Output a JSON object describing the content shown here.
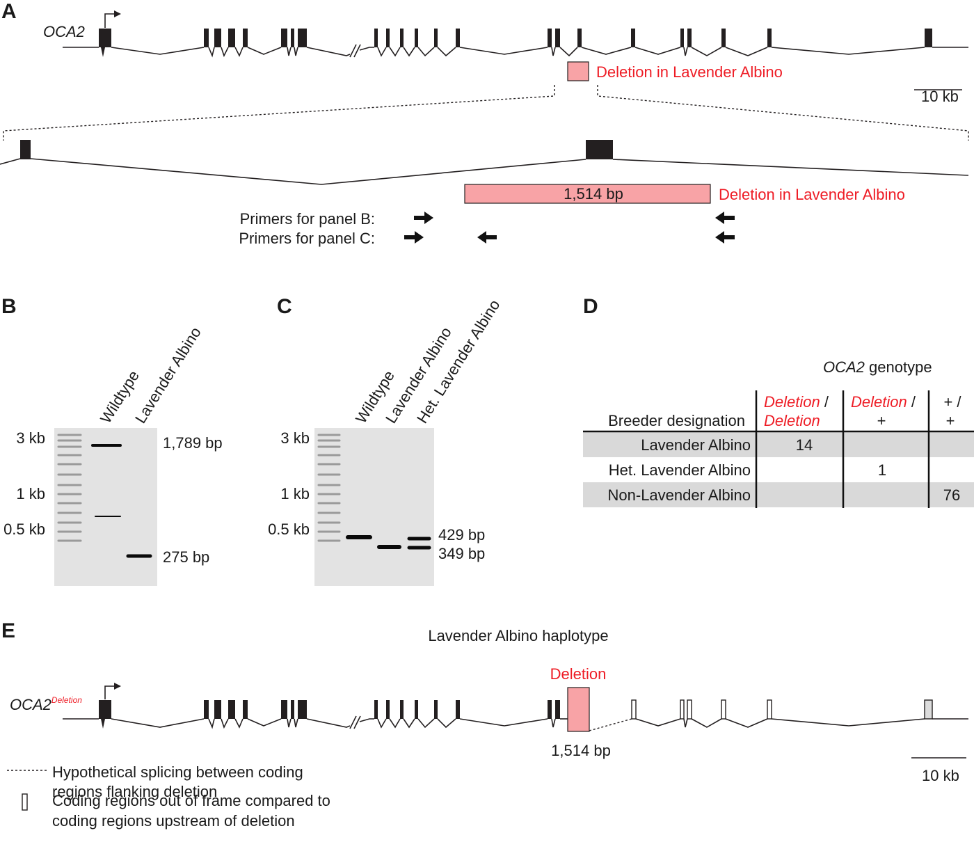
{
  "panels": {
    "a": {
      "label": "A",
      "gene": "OCA2",
      "deletion_label": "Deletion in Lavender Albino",
      "scale_label": "10 kb",
      "zoom_deletion_size": "1,514 bp",
      "zoom_deletion_label": "Deletion in Lavender Albino",
      "primers_b_label": "Primers for panel B:",
      "primers_c_label": "Primers for panel C:"
    },
    "b": {
      "label": "B",
      "lanes": [
        "Wildtype",
        "Lavender Albino"
      ],
      "ladder_marks": [
        "3 kb",
        "1 kb",
        "0.5 kb"
      ],
      "bands": [
        "1,789 bp",
        "275 bp"
      ]
    },
    "c": {
      "label": "C",
      "lanes": [
        "Wildtype",
        "Lavender Albino",
        "Het. Lavender Albino"
      ],
      "ladder_marks": [
        "3 kb",
        "1 kb",
        "0.5 kb"
      ],
      "bands": [
        "429 bp",
        "349 bp"
      ]
    },
    "d": {
      "label": "D",
      "gene": "OCA2",
      "header_suffix": " genotype",
      "row_header": "Breeder designation",
      "col1_a": "Deletion",
      "col1_b": " /",
      "col1_c": "Deletion",
      "col2_a": "Deletion",
      "col2_b": " /",
      "col2_c": "+",
      "col3_a": "+ /",
      "col3_c": "+",
      "rows": [
        {
          "name": "Lavender Albino",
          "c1": "14",
          "c2": "",
          "c3": ""
        },
        {
          "name": "Het. Lavender Albino",
          "c1": "",
          "c2": "1",
          "c3": ""
        },
        {
          "name": "Non-Lavender Albino",
          "c1": "",
          "c2": "",
          "c3": "76"
        }
      ]
    },
    "e": {
      "label": "E",
      "title": "Lavender Albino haplotype",
      "gene": "OCA2",
      "superscript": "Deletion",
      "deletion_label": "Deletion",
      "deletion_size": "1,514 bp",
      "scale_label": "10 kb",
      "legend_dashed_1": "Hypothetical splicing between coding",
      "legend_dashed_2": "regions flanking deletion",
      "legend_box_1": "Coding regions out of frame compared to",
      "legend_box_2": "coding regions upstream of deletion"
    }
  },
  "colors": {
    "accent_red": "#ee1c25",
    "deletion_fill": "#f8a3a6",
    "exon": "#231f20",
    "table_shade": "#d9d9d9"
  }
}
